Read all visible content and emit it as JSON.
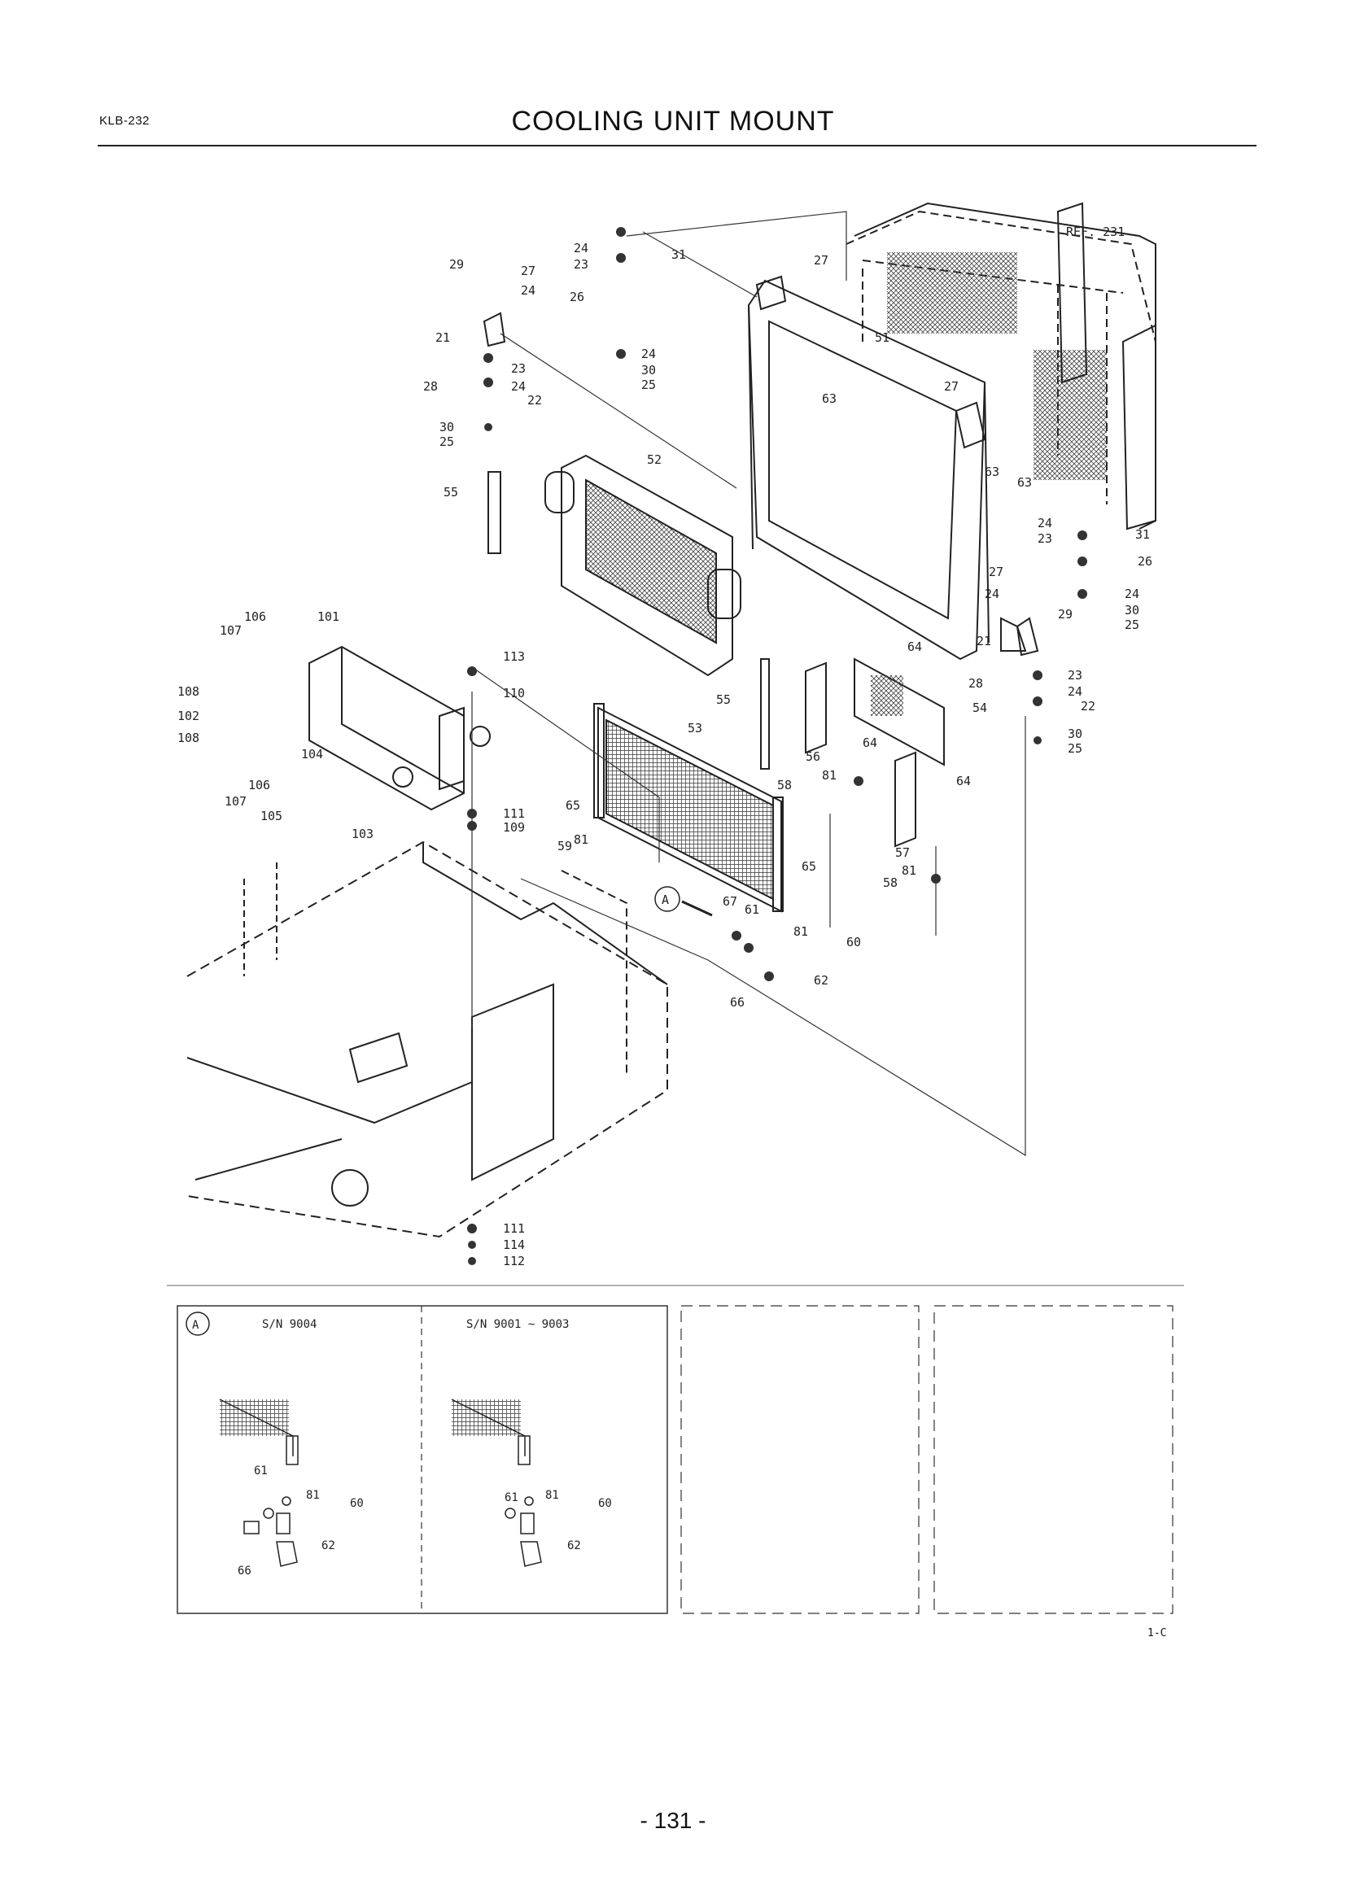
{
  "header": {
    "doc_code": "KLB-232",
    "title": "COOLING UNIT MOUNT"
  },
  "reference": "REF. 231",
  "callouts": {
    "c24a": "24",
    "c23a": "23",
    "c31a": "31",
    "c26a": "26",
    "c27a": "27",
    "c29a": "29",
    "c27b": "27",
    "c24b": "24",
    "c21a": "21",
    "c24c": "24",
    "c30a": "30",
    "c25a": "25",
    "c23b": "23",
    "c28a": "28",
    "c24d": "24",
    "c22a": "22",
    "c30b": "30",
    "c25b": "25",
    "c51": "51",
    "c63a": "63",
    "c27c": "27",
    "c52": "52",
    "c55a": "55",
    "c63b": "63",
    "c63c": "63",
    "c24e": "24",
    "c23c": "23",
    "c31b": "31",
    "c26b": "26",
    "c27d": "27",
    "c24f": "24",
    "c29b": "29",
    "c24g": "24",
    "c30c": "30",
    "c25c": "25",
    "c21b": "21",
    "c64a": "64",
    "c106a": "106",
    "c107a": "107",
    "c101": "101",
    "c113": "113",
    "c110": "110",
    "c108a": "108",
    "c102": "102",
    "c108b": "108",
    "c104": "104",
    "c106b": "106",
    "c107b": "107",
    "c105": "105",
    "c103": "103",
    "c111a": "111",
    "c109": "109",
    "c55b": "55",
    "c56": "56",
    "c64b": "64",
    "c53": "53",
    "c23d": "23",
    "c28b": "28",
    "c24h": "24",
    "c54": "54",
    "c22b": "22",
    "c30d": "30",
    "c25d": "25",
    "c64c": "64",
    "c58a": "58",
    "c81a": "81",
    "c65a": "65",
    "c59": "59",
    "c81b": "81",
    "c65b": "65",
    "c57": "57",
    "c58b": "58",
    "c81c": "81",
    "c67": "67",
    "c61": "61",
    "c81d": "81",
    "c60": "60",
    "c66": "66",
    "c62": "62",
    "c111b": "111",
    "c114": "114",
    "c112": "112",
    "cA": "A"
  },
  "detail_panels": {
    "marker": "A",
    "left": {
      "serial": "S/N 9004",
      "labels": {
        "p61": "61",
        "p81": "81",
        "p60": "60",
        "p66": "66",
        "p62": "62"
      }
    },
    "right": {
      "serial": "S/N 9001 ~ 9003",
      "labels": {
        "p61": "61",
        "p81": "81",
        "p60": "60",
        "p62": "62"
      }
    }
  },
  "figure_code": "1-C",
  "page_number": "- 131 -"
}
